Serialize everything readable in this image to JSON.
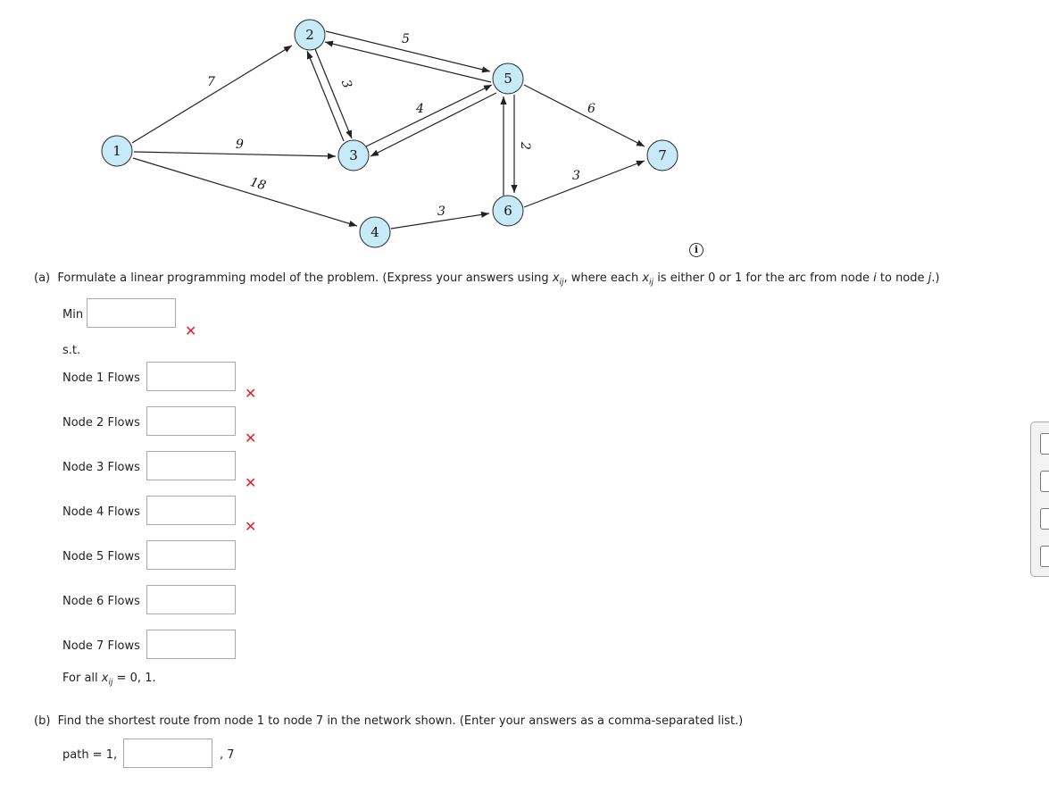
{
  "network": {
    "nodes": [
      "1",
      "2",
      "3",
      "4",
      "5",
      "6",
      "7"
    ],
    "weights": {
      "w12": "7",
      "w13": "9",
      "w14": "18",
      "w23": "3",
      "w25": "5",
      "w35": "4",
      "w46": "3",
      "w56": "2",
      "w57": "6",
      "w67": "3"
    }
  },
  "info_icon": "i",
  "part_a": {
    "prefix": "(a)",
    "text_1": "Formulate a linear programming model of the problem. (Express your answers using ",
    "var": "x",
    "sub": "ij",
    "text_2": ", where each ",
    "text_3": " is either 0 or 1 for the arc from node ",
    "i": "i",
    "text_4": " to node ",
    "j": "j",
    "text_5": ".)",
    "min_label": "Min",
    "st_label": "s.t.",
    "constraints": [
      "Node 1 Flows",
      "Node 2 Flows",
      "Node 3 Flows",
      "Node 4 Flows",
      "Node 5 Flows",
      "Node 6 Flows",
      "Node 7 Flows"
    ],
    "for_all_1": "For all ",
    "for_all_2": " = 0, 1."
  },
  "part_b": {
    "prefix": "(b)",
    "text": "Find the shortest route from node 1 to node 7 in the network shown. (Enter your answers as a comma-separated list.)",
    "path_label": "path = 1,",
    "path_suffix": ", 7"
  },
  "status_icons": {
    "incorrect": "✕"
  },
  "colors": {
    "node_fill": "#c6eaf8",
    "incorrect_mark": "#e0232b"
  }
}
